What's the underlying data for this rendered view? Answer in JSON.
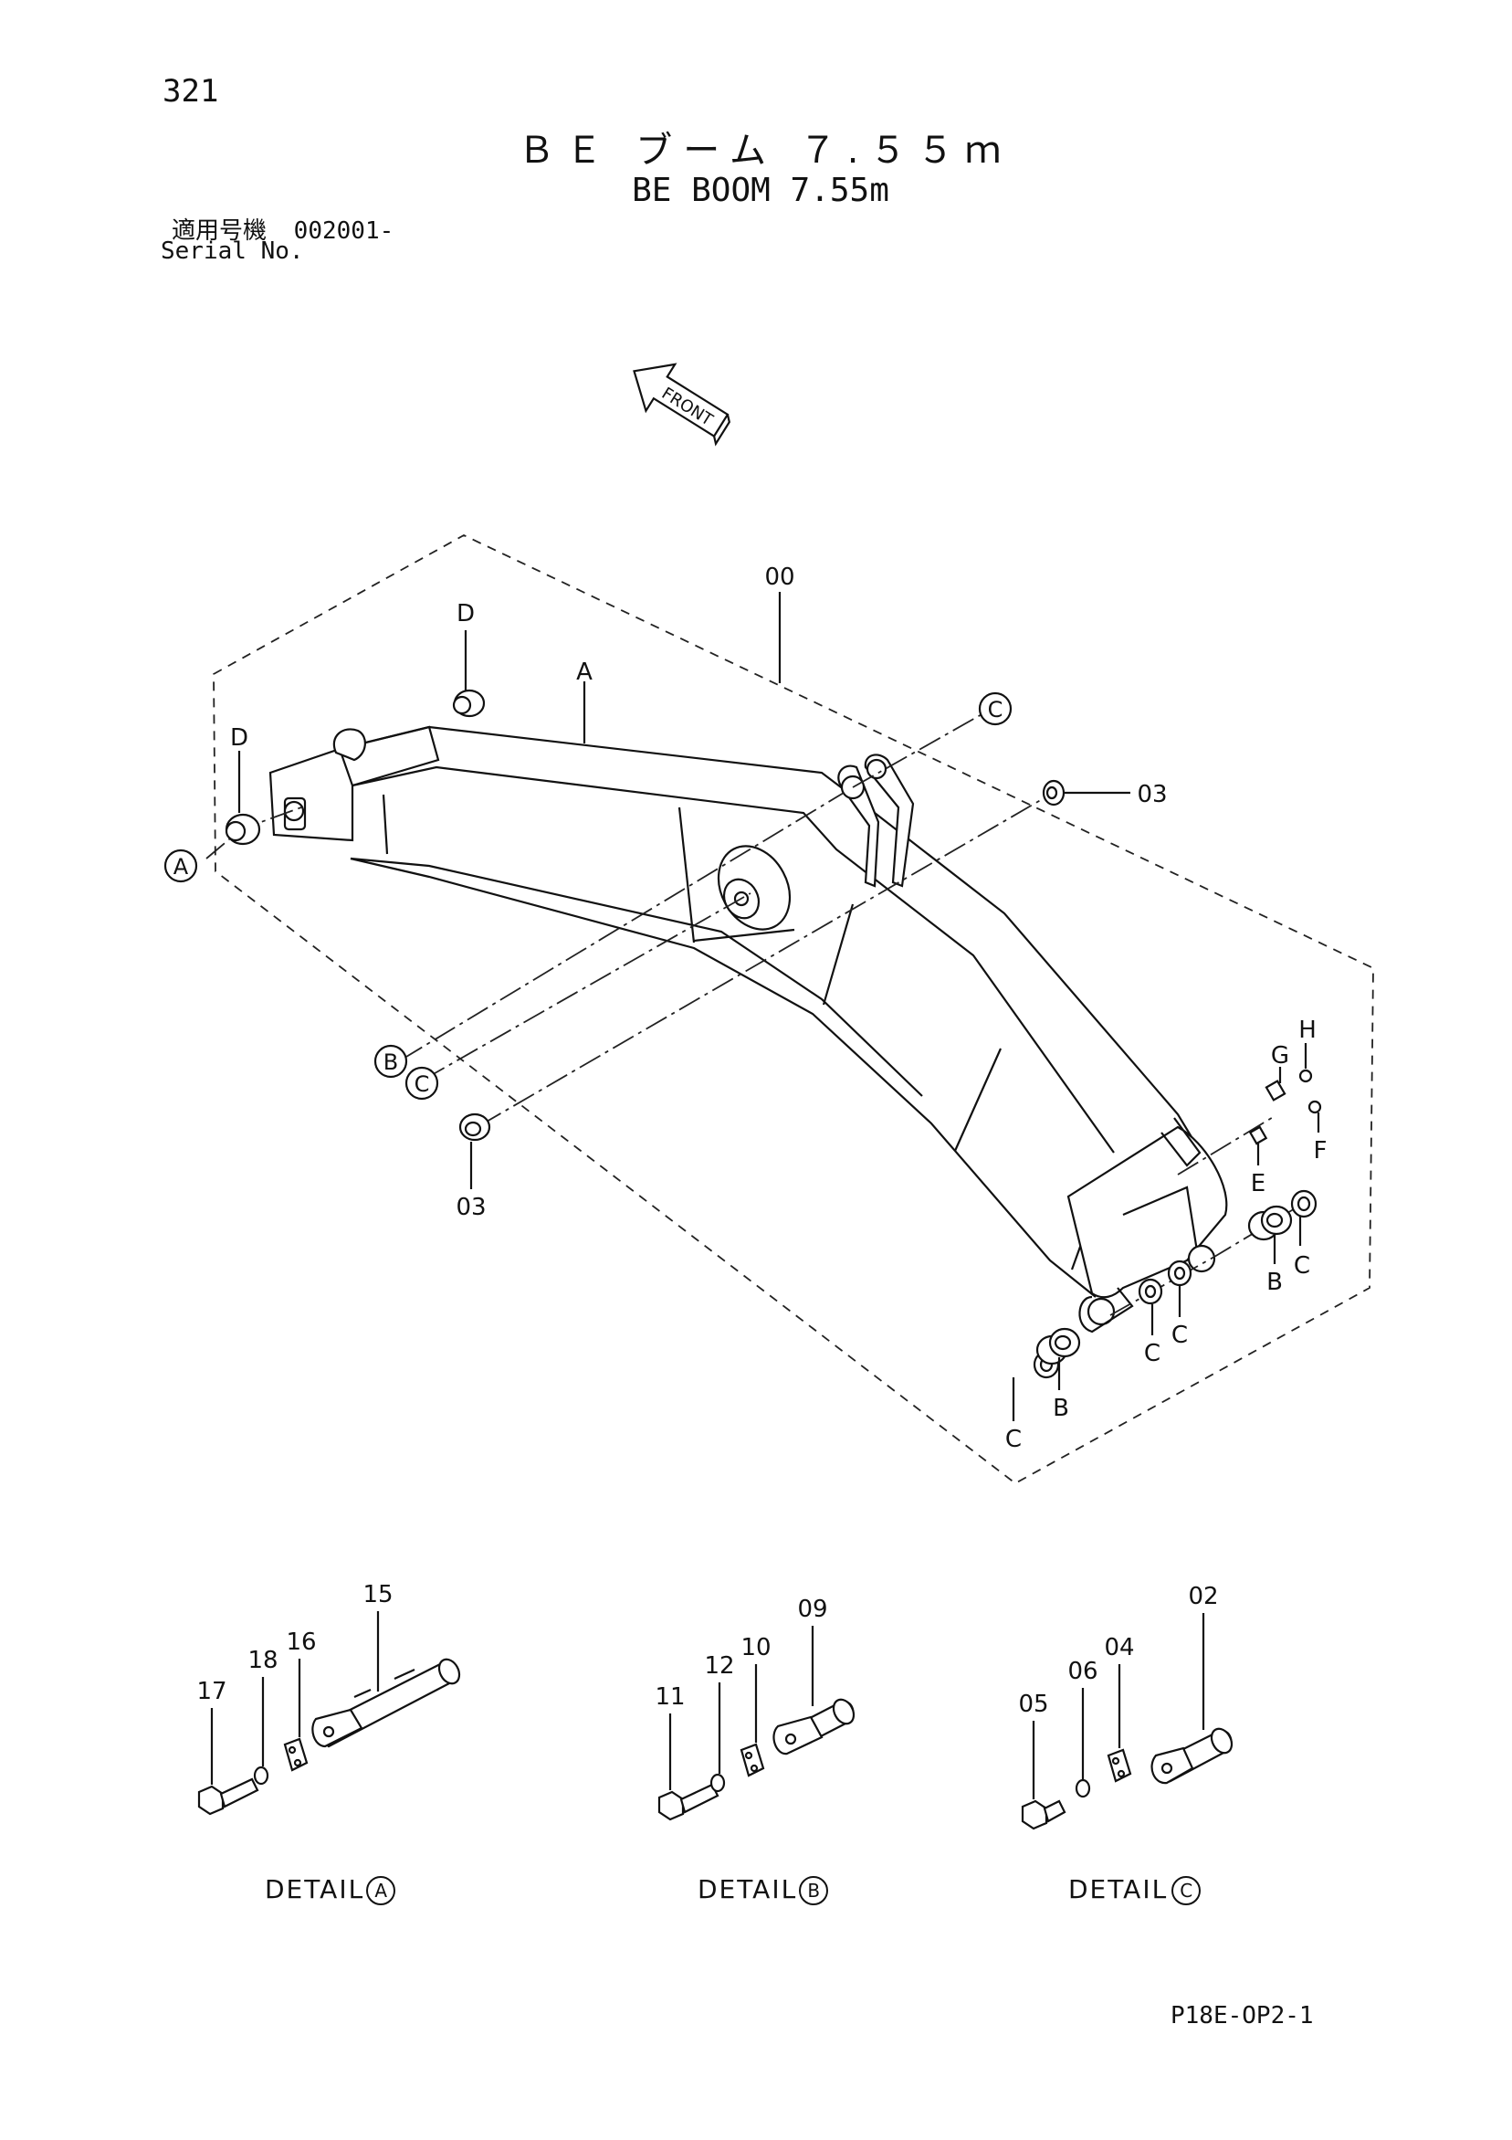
{
  "page_number": "321",
  "title_jp": "ＢＥ ブーム ７.５５ｍ",
  "title_en": "BE BOOM 7.55m",
  "serial_label_jp": "適用号機",
  "serial_range": "002001-",
  "serial_label_en": "Serial No.",
  "front_label": "FRONT",
  "callouts": {
    "assembly": "00",
    "boom": "A",
    "bushing_d1": "D",
    "bushing_d2": "D",
    "ring_a": "A",
    "ring_b": "B",
    "ring_c1": "C",
    "ring_c2": "C",
    "part03_top": "03",
    "part03_bottom": "03",
    "g": "G",
    "h": "H",
    "f": "F",
    "e": "E",
    "b_right": "B",
    "c_right": "C",
    "c_mid1": "C",
    "c_mid2": "C",
    "c_low": "C",
    "b_low": "B"
  },
  "details": [
    {
      "label": "DETAIL",
      "circle": "A",
      "parts": {
        "bolt": "17",
        "washer": "18",
        "plate": "16",
        "pin": "15"
      }
    },
    {
      "label": "DETAIL",
      "circle": "B",
      "parts": {
        "bolt": "11",
        "washer": "12",
        "plate": "10",
        "pin": "09"
      }
    },
    {
      "label": "DETAIL",
      "circle": "C",
      "parts": {
        "bolt": "05",
        "washer": "06",
        "plate": "04",
        "pin": "02"
      }
    }
  ],
  "footer_code": "P18E-OP2-1"
}
